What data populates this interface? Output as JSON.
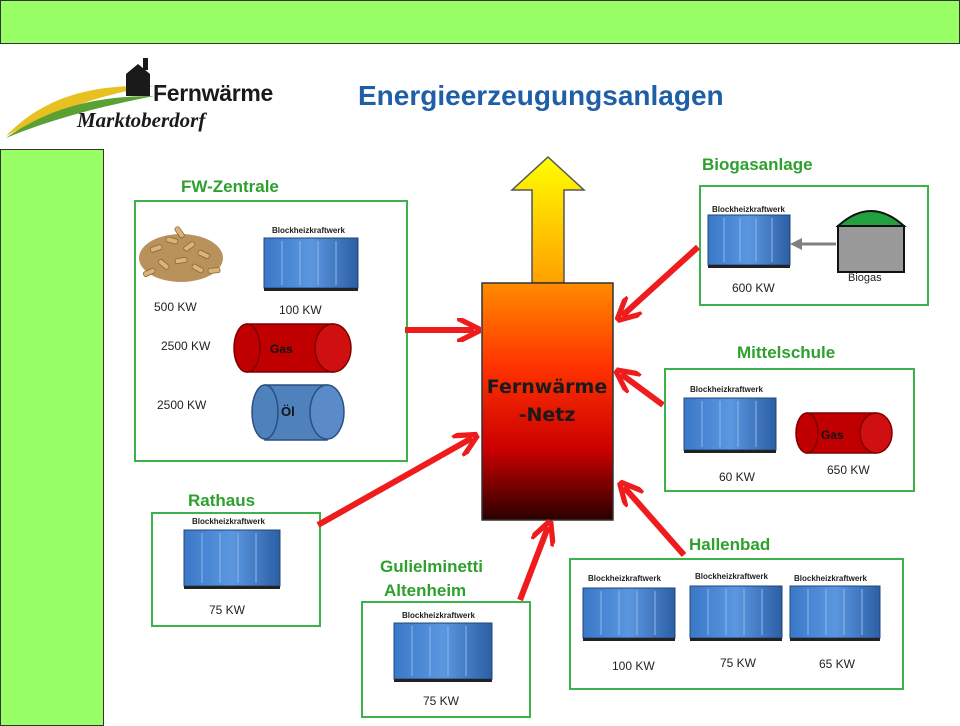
{
  "title": "Energieerzeugungsanlagen",
  "logo": {
    "line1": "Fernwärme",
    "line2": "Marktoberdorf"
  },
  "network": {
    "line1": "Fernwärme",
    "line2": "-Netz"
  },
  "labels": {
    "fw_zentrale": "FW-Zentrale",
    "rathaus": "Rathaus",
    "gulielminetti_1": "Gulielminetti",
    "gulielminetti_2": "Altenheim",
    "biogasanlage": "Biogasanlage",
    "mittelschule": "Mittelschule",
    "hallenbad": "Hallenbad"
  },
  "bhkw_label": "Blockheizkraftwerk",
  "tank_labels": {
    "gas": "Gas",
    "oel": "Öl",
    "biogas": "Biogas"
  },
  "capacities": {
    "fw_pellets": "500 KW",
    "fw_bhkw": "100 KW",
    "fw_gas": "2500 KW",
    "fw_oel": "2500 KW",
    "rathaus_bhkw": "75 KW",
    "altenheim_bhkw": "75 KW",
    "biogas_bhkw": "600 KW",
    "mittelschule_bhkw": "60 KW",
    "mittelschule_gas": "650 KW",
    "hallenbad_bhkw1": "100 KW",
    "hallenbad_bhkw2": "75 KW",
    "hallenbad_bhkw3": "65 KW"
  },
  "colors": {
    "accent_green": "#99ff66",
    "label_green": "#2ea02e",
    "title_blue": "#1f5fa8",
    "arrow_red": "#ee1c1c",
    "gas_red": "#c00000",
    "oel_blue": "#4f81bd"
  }
}
